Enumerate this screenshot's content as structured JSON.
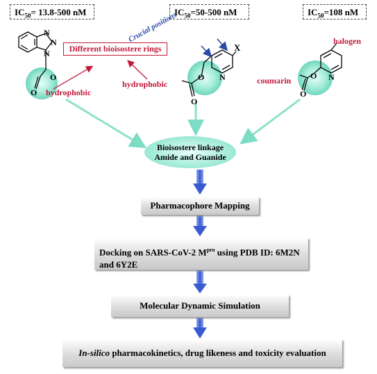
{
  "ic50_labels": [
    {
      "prefix": "IC",
      "sub": "50",
      "value": "= 13.8-500 nM"
    },
    {
      "prefix": "IC",
      "sub": "50",
      "value": "=50-500 nM"
    },
    {
      "prefix": "IC",
      "sub": "50",
      "value": "=108 nM"
    }
  ],
  "annotations": {
    "different_rings": "Different bioisostere rings",
    "crucial_positions": "Crucial positions",
    "hydrophobic_left": "hydrophobic",
    "hydrophobic_mid": "hydrophobic",
    "coumarin": "coumarin",
    "halogen": "halogen",
    "x_label": "X"
  },
  "atoms": {
    "N": "N",
    "O": "O"
  },
  "linkage": {
    "line1": "Bioisostere linkage",
    "line2": "Amide and Guanide"
  },
  "steps": {
    "pharmacophore": "Pharmacophore Mapping",
    "docking_a": "Docking on SARS-CoV-2 M",
    "docking_sup": "pro",
    "docking_b": " using PDB ID: 6M2N",
    "docking_c": "and 6Y2E",
    "md": "Molecular Dynamic Simulation",
    "insilico_italic": "In-silico",
    "insilico_rest": " pharmacokinetics, drug likeness and toxicity evaluation"
  },
  "colors": {
    "accent_red": "#c2183a",
    "blue_arrow": "#2b4aa8",
    "teal": "#7cdcc4",
    "flow_arrow": "#3a5bd0"
  }
}
